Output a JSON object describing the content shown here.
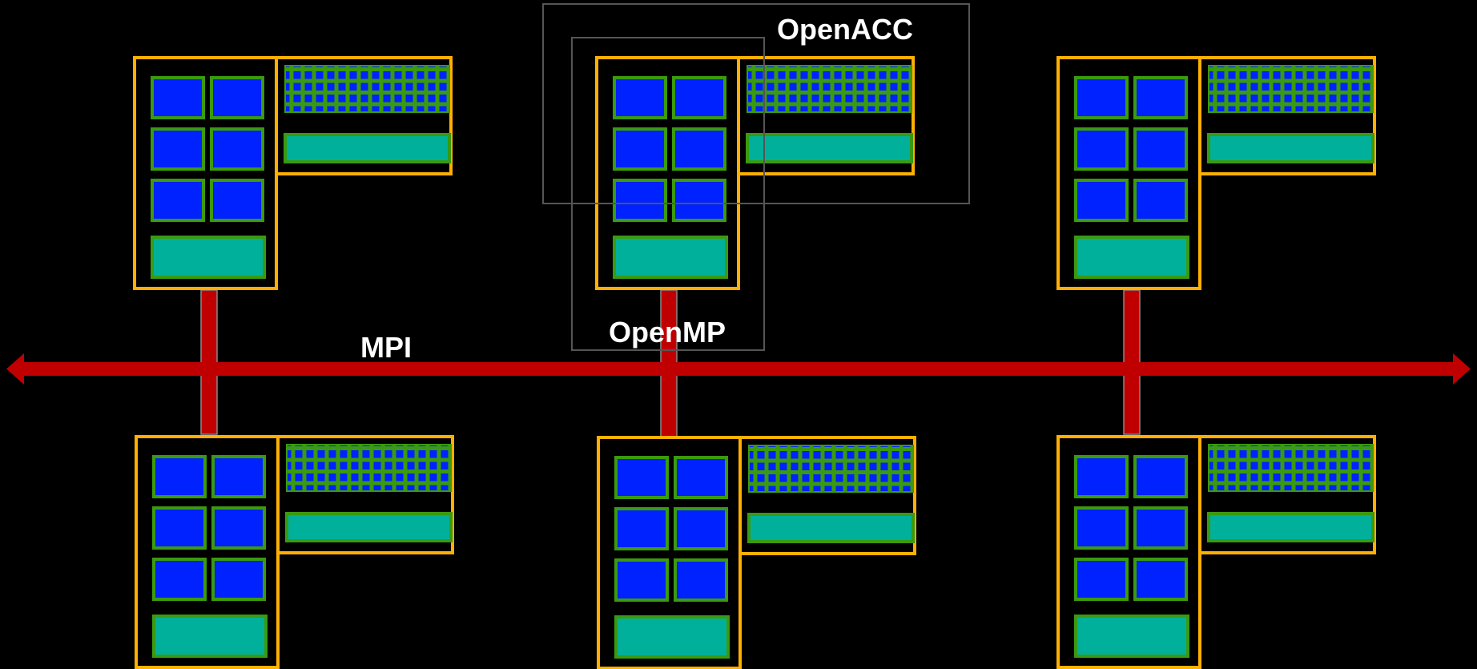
{
  "labels": {
    "mpi": "MPI",
    "openmp": "OpenMP",
    "openacc": "OpenACC"
  },
  "nodes": [
    {
      "id": "node-1",
      "row": "top"
    },
    {
      "id": "node-2",
      "row": "top"
    },
    {
      "id": "node-3",
      "row": "top"
    },
    {
      "id": "node-4",
      "row": "bottom"
    },
    {
      "id": "node-5",
      "row": "bottom"
    },
    {
      "id": "node-6",
      "row": "bottom"
    }
  ],
  "colors": {
    "background": "#000000",
    "node_border": "#ffb000",
    "cpu_core": "#0022ff",
    "component_border": "#3a9a10",
    "memory": "#00b09a",
    "gpu_grid_line": "#3a9a10",
    "interconnect": "#c00000",
    "region_border": "#555555",
    "label": "#ffffff"
  },
  "icons": {
    "cpu-core": "square",
    "gpu-grid": "grid",
    "memory-block": "rectangle",
    "mpi-arrow": "double-headed-arrow"
  }
}
